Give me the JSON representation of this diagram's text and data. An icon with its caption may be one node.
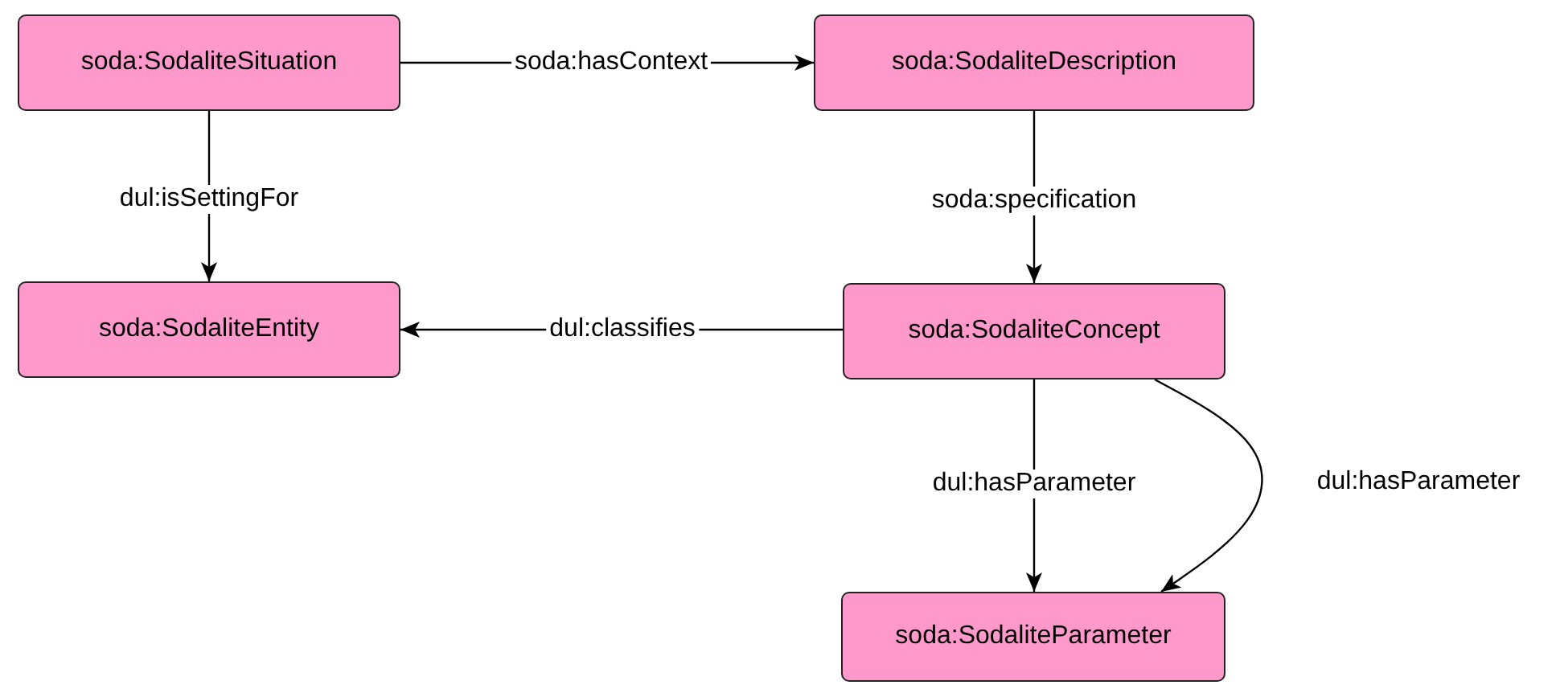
{
  "diagram": {
    "nodes": [
      {
        "text": [
          "soda:SodaliteSituation"
        ]
      },
      {
        "text": [
          "soda:SodaliteDescription"
        ]
      },
      {
        "text": [
          "soda:SodaliteEntity"
        ]
      },
      {
        "text": [
          "soda:SodaliteConcept"
        ]
      },
      {
        "text": [
          "soda:SodaliteParameter"
        ]
      }
    ],
    "edges": [
      {
        "from": 0,
        "to": 1,
        "arrow": "to",
        "label": "soda:hasContext"
      },
      {
        "from": 0,
        "to": 2,
        "arrow": "to",
        "label": "dul:isSettingFor"
      },
      {
        "from": 1,
        "to": 3,
        "arrow": "to",
        "label": "soda:specification"
      },
      {
        "from": 3,
        "to": 2,
        "arrow": "to",
        "label": "dul:classifies"
      },
      {
        "from": 3,
        "to": 4,
        "arrow": "to",
        "label": "dul:hasParameter"
      },
      {
        "from": 3,
        "to": 4,
        "arrow": "to",
        "label": "dul:hasParameter"
      }
    ]
  }
}
